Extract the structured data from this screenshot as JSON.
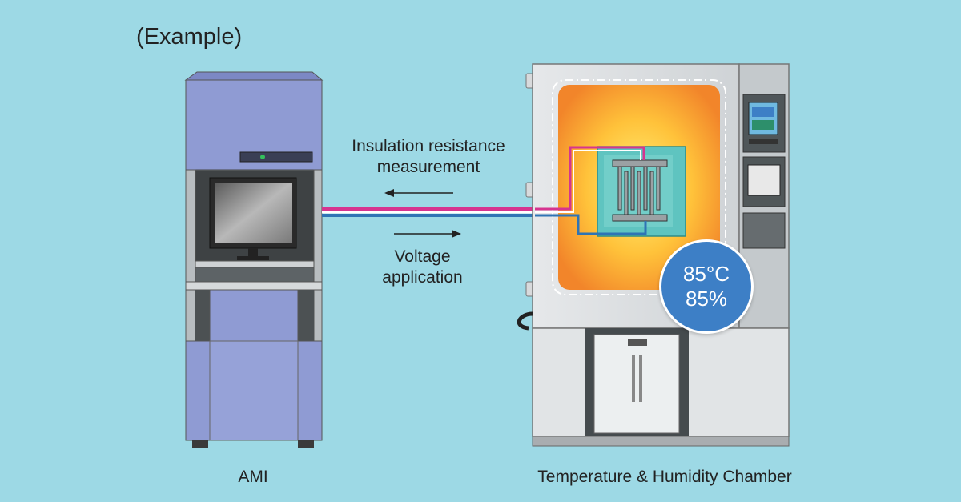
{
  "caption": "(Example)",
  "ami": {
    "label": "AMI"
  },
  "chamber": {
    "label": "Temperature & Humidity Chamber"
  },
  "flows": {
    "measurement": {
      "line1": "Insulation resistance",
      "line2": "measurement"
    },
    "application": {
      "line1": "Voltage",
      "line2": "application"
    }
  },
  "conditions": {
    "temperature": "85°C",
    "humidity": "85%"
  },
  "colors": {
    "background": "#9dd9e5",
    "ami_body": "#8f9bd3",
    "measurement_line": "#d6348f",
    "application_line": "#2f74b5",
    "chamber_heat": "#f39a2a",
    "badge": "#3d7fc6"
  }
}
